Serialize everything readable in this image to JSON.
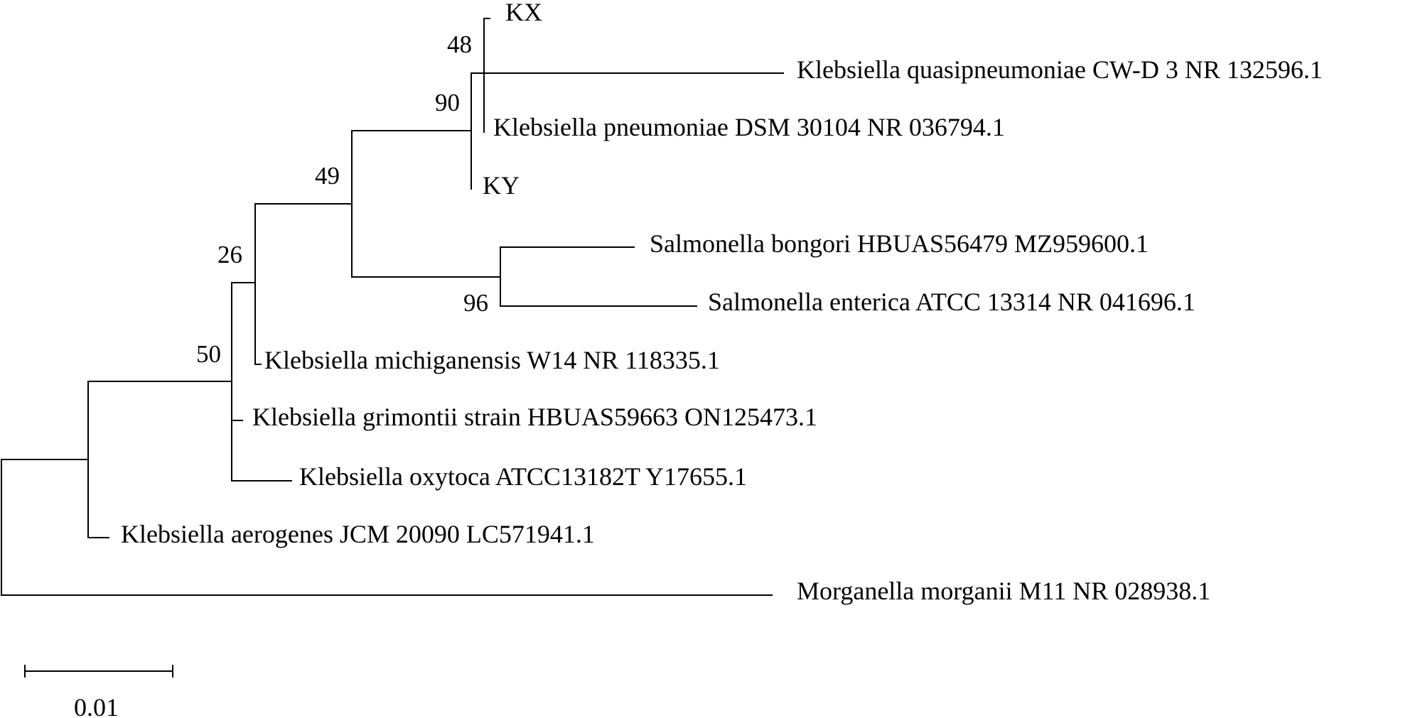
{
  "taxa": [
    {
      "id": "kx",
      "label": "KX"
    },
    {
      "id": "k-quasipneumoniae",
      "label": "Klebsiella quasipneumoniae CW-D 3 NR 132596.1"
    },
    {
      "id": "k-pneumoniae",
      "label": "Klebsiella pneumoniae DSM 30104 NR 036794.1"
    },
    {
      "id": "ky",
      "label": "KY"
    },
    {
      "id": "s-bongori",
      "label": "Salmonella bongori HBUAS56479 MZ959600.1"
    },
    {
      "id": "s-enterica",
      "label": "Salmonella enterica ATCC 13314 NR 041696.1"
    },
    {
      "id": "k-michiganensis",
      "label": "Klebsiella michiganensis W14 NR 118335.1"
    },
    {
      "id": "k-grimontii",
      "label": "Klebsiella grimontii strain HBUAS59663 ON125473.1"
    },
    {
      "id": "k-oxytoca",
      "label": "Klebsiella oxytoca ATCC13182T Y17655.1"
    },
    {
      "id": "k-aerogenes",
      "label": "Klebsiella aerogenes JCM 20090 LC571941.1"
    },
    {
      "id": "m-morganii",
      "label": "Morganella morganii M11 NR 028938.1"
    }
  ],
  "bootstrap": [
    {
      "id": "kx-quasi",
      "value": "48"
    },
    {
      "id": "pneumoniae-group",
      "value": "90"
    },
    {
      "id": "klebsiella-salmonella",
      "value": "49"
    },
    {
      "id": "salmonella",
      "value": "96"
    },
    {
      "id": "michiganensis-clade",
      "value": "26"
    },
    {
      "id": "oxytoca-clade",
      "value": "50"
    }
  ],
  "scale_bar": {
    "label": "0.01"
  }
}
